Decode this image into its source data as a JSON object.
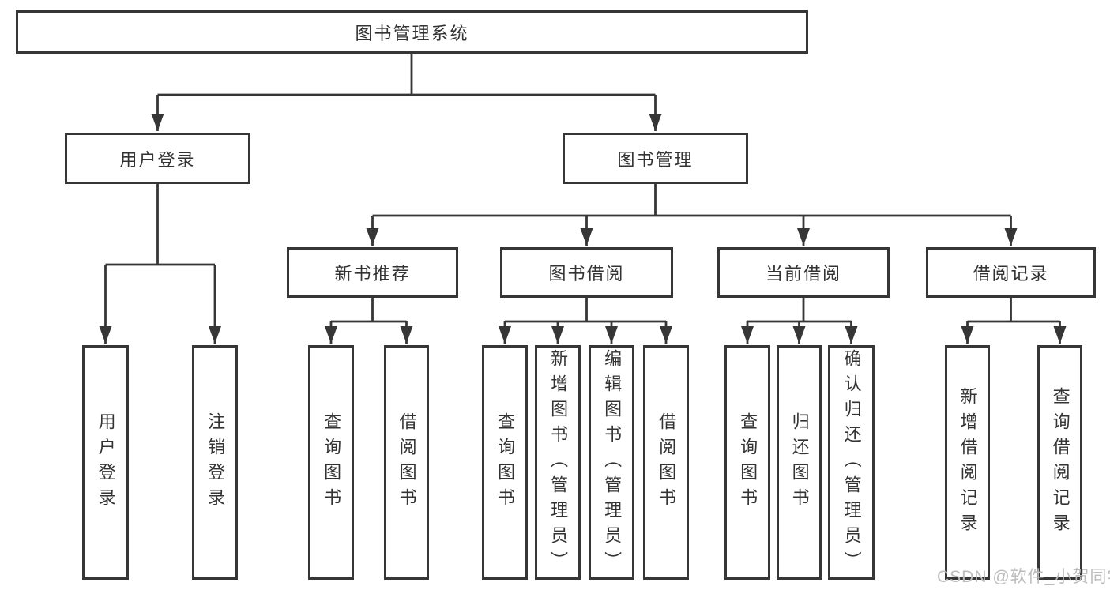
{
  "colors": {
    "bg": "#ffffff",
    "stroke": "#363636",
    "text": "#333333",
    "watermark": "#bcbcbc"
  },
  "watermark": "CSDN @软件_小贺同学",
  "diagram": {
    "root": {
      "label": "图书管理系统"
    },
    "branches": [
      {
        "label": "用户登录",
        "children": [
          {
            "label": "用户登录"
          },
          {
            "label": "注销登录"
          }
        ]
      },
      {
        "label": "图书管理",
        "children": [
          {
            "label": "新书推荐",
            "children": [
              {
                "label": "查询图书"
              },
              {
                "label": "借阅图书"
              }
            ]
          },
          {
            "label": "图书借阅",
            "children": [
              {
                "label": "查询图书"
              },
              {
                "label": "新增图书（管理员）"
              },
              {
                "label": "编辑图书（管理员）"
              },
              {
                "label": "借阅图书"
              }
            ]
          },
          {
            "label": "当前借阅",
            "children": [
              {
                "label": "查询图书"
              },
              {
                "label": "归还图书"
              },
              {
                "label": "确认归还（管理员）"
              }
            ]
          },
          {
            "label": "借阅记录",
            "children": [
              {
                "label": "新增借阅记录"
              },
              {
                "label": "查询借阅记录"
              }
            ]
          }
        ]
      }
    ]
  }
}
